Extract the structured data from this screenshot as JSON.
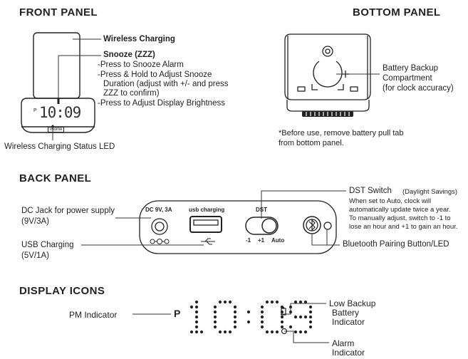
{
  "headings": {
    "front": "FRONT PANEL",
    "bottom": "BOTTOM PANEL",
    "back": "BACK PANEL",
    "display": "DISPLAY ICONS"
  },
  "front": {
    "wireless_charging": "Wireless Charging",
    "snooze_title": "Snooze (ZZZ)",
    "snooze_lines": [
      "-Press to Snooze Alarm",
      "-Press & Hold to Adjust Snooze",
      "Duration (adjust with +/- and press",
      "ZZZ to confirm)",
      "-Press to Adjust Display Brightness"
    ],
    "status_led": "Wireless Charging Status LED",
    "clock_time": "10:09",
    "pm_mark": "P",
    "brand": "iHome"
  },
  "bottom": {
    "battery_lines": [
      "Battery Backup",
      "Compartment",
      "(for clock accuracy)"
    ],
    "note_lines": [
      "*Before use, remove battery pull tab",
      "from bottom panel."
    ]
  },
  "back": {
    "dc_jack": [
      "DC Jack for power supply",
      "(9V/3A)"
    ],
    "usb_charging": [
      "USB Charging",
      "(5V/1A)"
    ],
    "dst_title": "DST Switch",
    "dst_sub": "(Daylight Savings)",
    "dst_notes": [
      "When set to Auto, clock will",
      "automatically update twice a year.",
      "To manually adjust, switch to -1 to",
      "lose an hour and +1 to gain an hour."
    ],
    "bluetooth": "Bluetooth Pairing Button/LED",
    "port_dc": "DC 9V, 3A",
    "port_usb": "usb charging",
    "port_dst": "DST",
    "dst_pos": [
      "-1",
      "+1",
      "Auto"
    ]
  },
  "display": {
    "pm_indicator": "PM Indicator",
    "pm_char": "P",
    "time": "10:09",
    "low_backup": [
      "Low Backup",
      "Battery",
      "Indicator"
    ],
    "alarm": [
      "Alarm",
      "Indicator"
    ]
  }
}
